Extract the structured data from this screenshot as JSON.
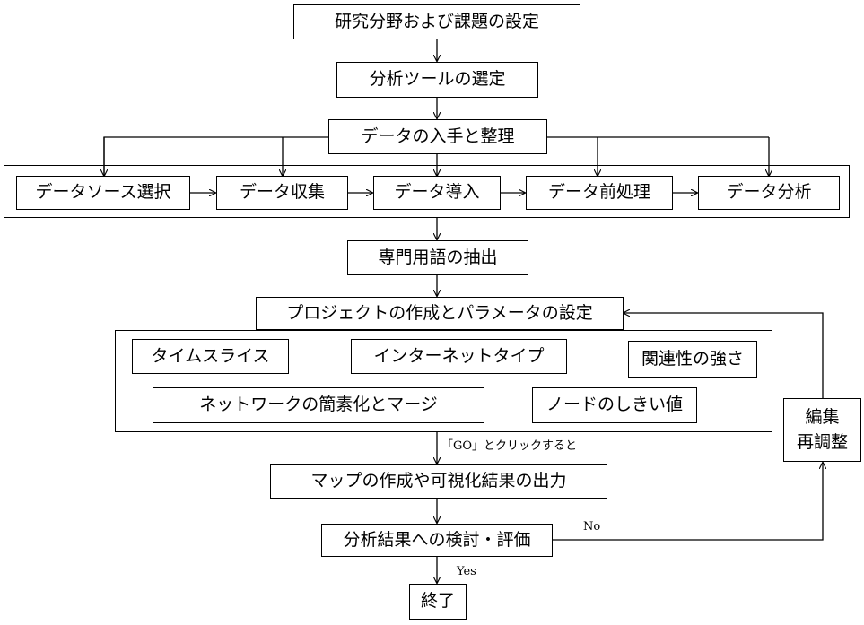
{
  "steps": {
    "define_topic": "研究分野および課題の設定",
    "select_tool": "分析ツールの選定",
    "get_data": "データの入手と整理",
    "term_extraction": "専門用語の抽出",
    "project_setup": "プロジェクトの作成とパラメータの設定",
    "map_output": "マップの作成や可視化結果の出力",
    "evaluate": "分析結果への検討・評価",
    "end": "終了"
  },
  "data_pipeline": [
    "データソース選択",
    "データ収集",
    "データ導入",
    "データ前処理",
    "データ分析"
  ],
  "parameters": {
    "time_slice": "タイムスライス",
    "internet_type": "インターネットタイプ",
    "relation_strength": "関連性の強さ",
    "network_simplify": "ネットワークの簡素化とマージ",
    "node_threshold": "ノードのしきい値"
  },
  "edit_box": {
    "line1": "編集",
    "line2": "再調整"
  },
  "edge_labels": {
    "go_click": "「GO」とクリックすると",
    "yes": "Yes",
    "no": "No"
  }
}
